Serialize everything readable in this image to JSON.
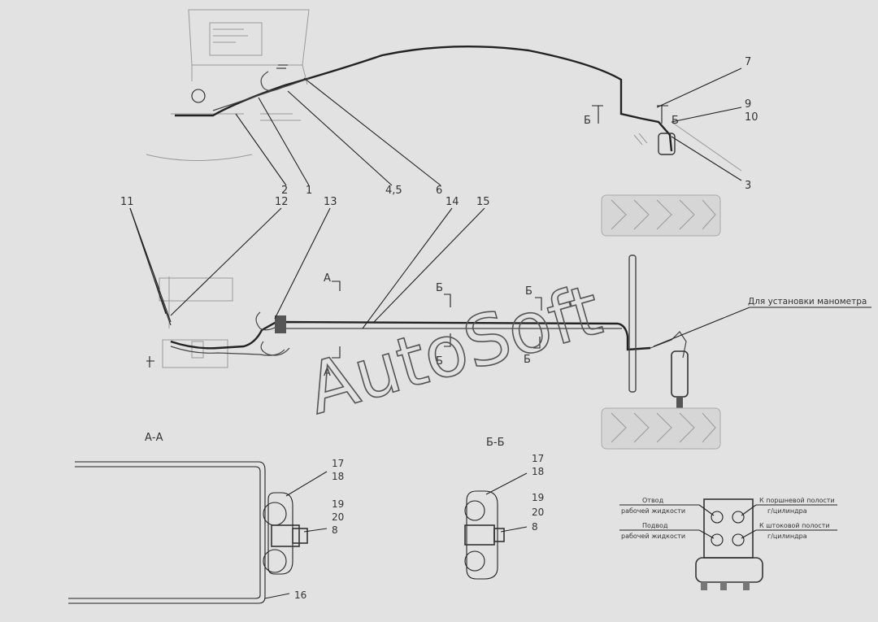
{
  "watermark": "AutoSoft",
  "callouts": {
    "c1": "1",
    "c2": "2",
    "c3": "3",
    "c45": "4,5",
    "c6": "6",
    "c7": "7",
    "c9": "9",
    "c10": "10",
    "c11": "11",
    "c12": "12",
    "c13": "13",
    "c14": "14",
    "c15": "15"
  },
  "section_marks": {
    "b": "Б",
    "a": "А"
  },
  "manometer_note": "Для установки манометра",
  "section_aa": {
    "title": "А-А",
    "labels": [
      "17",
      "18",
      "19",
      "20",
      "8",
      "16"
    ]
  },
  "section_bb": {
    "title": "Б-Б",
    "labels": [
      "17",
      "18",
      "19",
      "20",
      "8"
    ]
  },
  "valve_block": {
    "left_top": [
      "Отвод",
      "рабочей жидкости"
    ],
    "left_bottom": [
      "Подвод",
      "рабочей жидкости"
    ],
    "right_top": [
      "К поршневой полости",
      "г/цилиндра"
    ],
    "right_bottom": [
      "К штоковой полости",
      "г/цилиндра"
    ]
  }
}
